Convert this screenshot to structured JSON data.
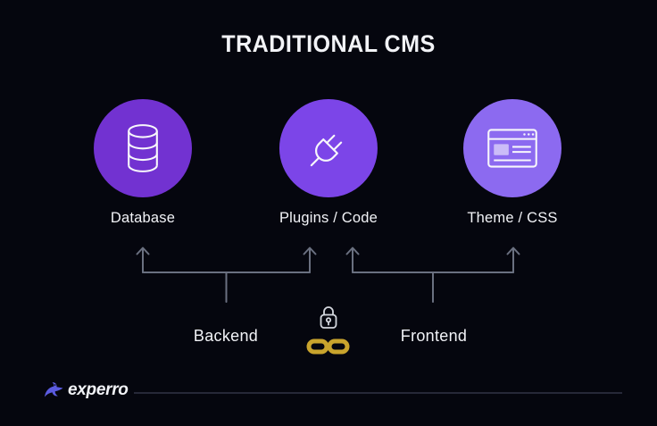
{
  "title": "TRADITIONAL CMS",
  "nodes": [
    {
      "label": "Database",
      "icon": "database-icon",
      "color": "#7232d1"
    },
    {
      "label": "Plugins / Code",
      "icon": "plug-icon",
      "color": "#7c45e8"
    },
    {
      "label": "Theme / CSS",
      "icon": "browser-icon",
      "color": "#8c6af0"
    }
  ],
  "groups": [
    {
      "label": "Backend"
    },
    {
      "label": "Frontend"
    }
  ],
  "icons": {
    "lock": "lock-icon",
    "chain": "chain-link-icon",
    "logo": "bird-logo-icon"
  },
  "brand": {
    "name": "experro"
  },
  "colors": {
    "background": "#05060e",
    "text": "#f2f3f7",
    "arrow": "#6a7080",
    "lock": "#d3d6dd",
    "gold": "#c9a42d",
    "divider": "#262838",
    "logo": "#5b5be0"
  }
}
